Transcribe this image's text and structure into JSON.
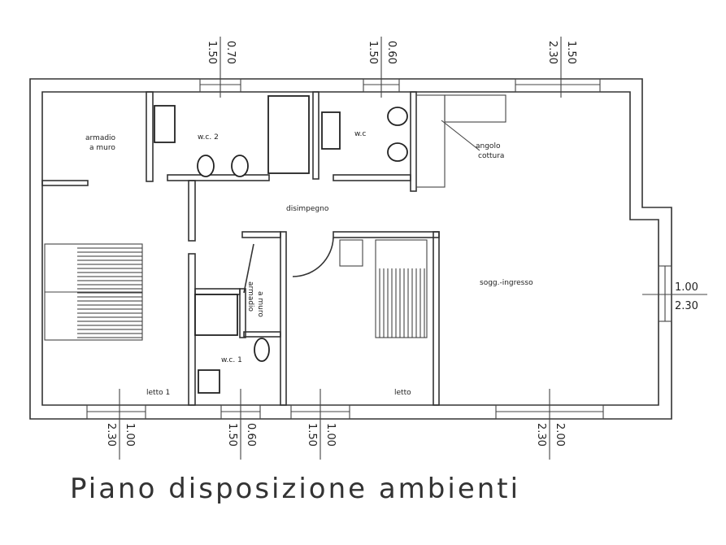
{
  "title": "Piano disposizione ambienti",
  "rooms": {
    "armadio_1": [
      "armadio",
      "a muro"
    ],
    "wc2": "w.c. 2",
    "wc": "w.c",
    "angolo_cottura": [
      "angolo",
      "cottura"
    ],
    "disimpegno": "disimpegno",
    "soggiorno": "sogg.-ingresso",
    "armadio_2": [
      "armadio",
      "a muro"
    ],
    "wc1": "w.c. 1",
    "letto1": "letto 1",
    "letto": "letto"
  },
  "dimensions": {
    "top": [
      {
        "a": "0.70",
        "b": "1.50"
      },
      {
        "a": "0.60",
        "b": "1.50"
      },
      {
        "a": "1.50",
        "b": "2.30"
      }
    ],
    "bottom": [
      {
        "a": "1.00",
        "b": "2.30"
      },
      {
        "a": "0.60",
        "b": "1.50"
      },
      {
        "a": "1.00",
        "b": "1.50"
      },
      {
        "a": "2.00",
        "b": "2.30"
      }
    ],
    "right": {
      "a": "1.00",
      "b": "2.30"
    }
  }
}
